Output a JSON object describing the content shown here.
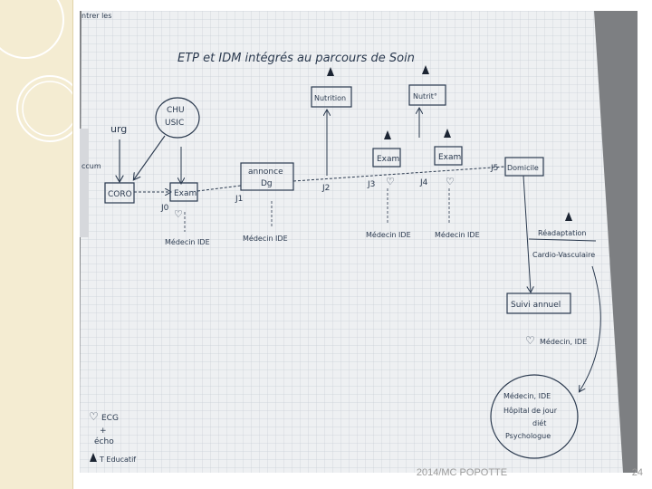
{
  "slide": {
    "footer": "2014/MC POPOTTE",
    "page_number": "24"
  },
  "photo": {
    "corner_text": "ntrer les",
    "margin_text": "ccum"
  },
  "diagram": {
    "title": "ETP et IDM intégrés au parcours de Soin",
    "nodes": {
      "urg": "urg",
      "chu_usic": [
        "CHU",
        "USIC"
      ],
      "coro": "CORO",
      "exam1": "Exam",
      "annonce": [
        "annonce",
        "Dg"
      ],
      "nutrition1": "Nutrition",
      "nutrition2": "Nutrit°",
      "exam2": "Exam",
      "exam3": "Exam",
      "domicile": "Domicile",
      "suivi": "Suivi annuel",
      "readaptation": [
        "Réadaptation",
        "Cardio-Vasculaire"
      ],
      "medecin_circle": [
        "Médecin, IDE",
        "Hôpital de jour",
        "diét",
        "Psychologue"
      ]
    },
    "day_labels": [
      "J0",
      "J1",
      "J2",
      "J3",
      "J4",
      "J5"
    ],
    "actor_labels": [
      "Médecin IDE",
      "Médecin IDE",
      "Médecin IDE",
      "Médecin IDE"
    ],
    "suivi_actor": "Médecin, IDE",
    "legend": [
      "ECG",
      "+",
      "écho",
      "T Educatif"
    ]
  }
}
